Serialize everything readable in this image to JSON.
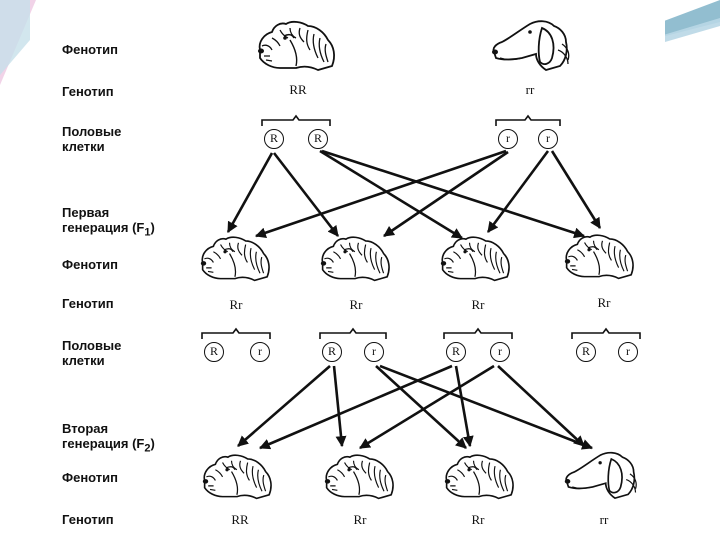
{
  "labels": {
    "phenotype_top": "Фенотип",
    "genotype_top": "Генотип",
    "gametes_1": "Половые\nклетки",
    "f1_title": "Первая\nгенерация (F1)",
    "f1_phenotype": "Фенотип",
    "f1_genotype": "Генотип",
    "gametes_2": "Половые\nклетки",
    "f2_title": "Вторая\nгенерация (F2)",
    "f2_phenotype": "Фенотип",
    "f2_genotype": "Генотип"
  },
  "parents": {
    "left": {
      "genotype": "RR",
      "phenotype": "wire-haired-dog"
    },
    "right": {
      "genotype": "rr",
      "phenotype": "smooth-haired-dog"
    }
  },
  "parent_gametes": {
    "left": [
      "R",
      "R"
    ],
    "right": [
      "r",
      "r"
    ]
  },
  "f1": {
    "genotypes": [
      "Rr",
      "Rr",
      "Rr",
      "Rr"
    ],
    "phenotypes": [
      "wire-haired-dog",
      "wire-haired-dog",
      "wire-haired-dog",
      "wire-haired-dog"
    ]
  },
  "f1_gametes": [
    [
      "R",
      "r"
    ],
    [
      "R",
      "r"
    ],
    [
      "R",
      "r"
    ],
    [
      "R",
      "r"
    ]
  ],
  "f2": {
    "genotypes": [
      "RR",
      "Rr",
      "Rr",
      "rr"
    ],
    "phenotypes": [
      "wire-haired-dog",
      "wire-haired-dog",
      "wire-haired-dog",
      "smooth-haired-dog"
    ]
  },
  "colors": {
    "ink": "#111111",
    "accent_teal": "#7fb3c8",
    "accent_pink": "#e7b6d9"
  }
}
